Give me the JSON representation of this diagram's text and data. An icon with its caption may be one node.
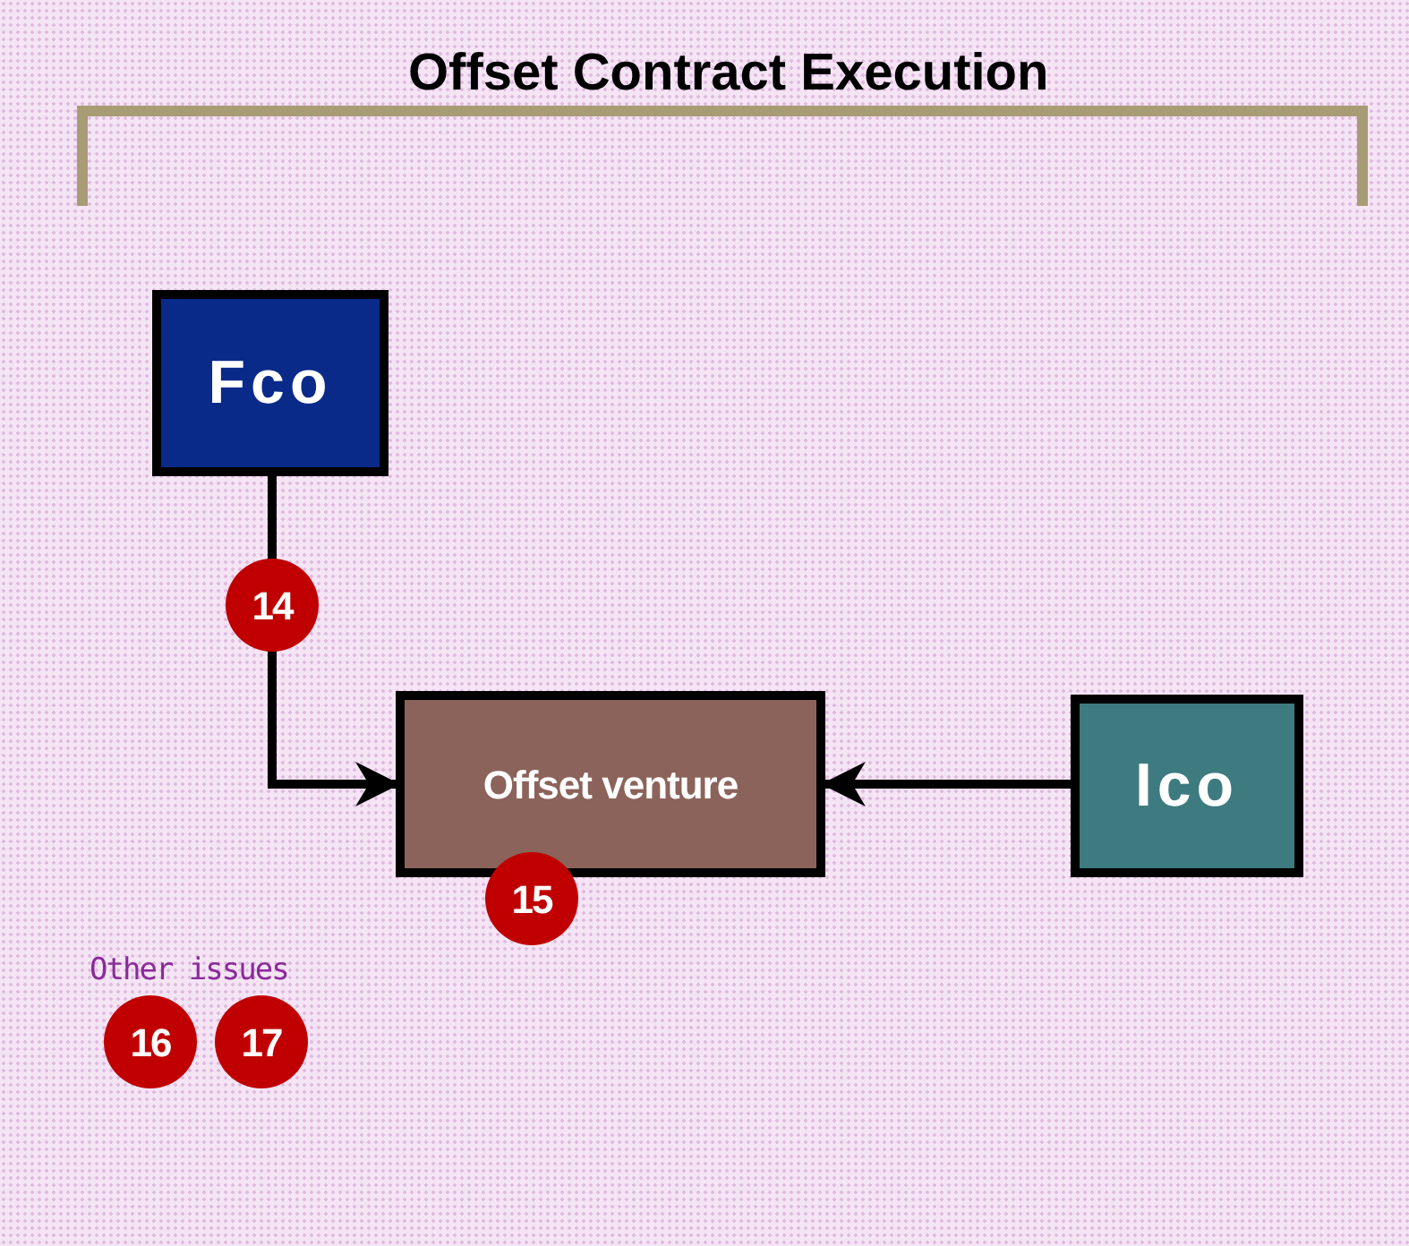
{
  "diagram": {
    "title": "Offset Contract Execution",
    "nodes": [
      {
        "text": [
          "Fco"
        ]
      },
      {
        "text": [
          "Offset venture"
        ],
        "beside": [
          "15"
        ]
      },
      {
        "text": [
          "Ico"
        ]
      }
    ],
    "edges": [
      {
        "from": 0,
        "to": 1,
        "arrow": "to",
        "label": "14"
      },
      {
        "from": 2,
        "to": 1,
        "arrow": "to"
      }
    ],
    "labels": [
      "Other issues",
      "16",
      "17"
    ]
  }
}
